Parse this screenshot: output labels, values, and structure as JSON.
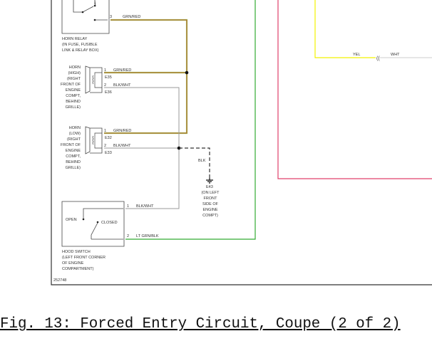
{
  "caption": "Fig. 13: Forced Entry Circuit, Coupe (2 of 2)",
  "figure_id": "252748",
  "colors": {
    "grn_red": "#c8501e",
    "grn_red_stripe": "#8fd46a",
    "lt_grn_blk": "#33aa33",
    "blk_wht": "#999999",
    "yel": "#f2f200",
    "wht": "#cccccc",
    "red_box": "#e0406a"
  },
  "horn_relay": {
    "pin": "3",
    "wire": "GRN/RED",
    "label": [
      "HORN RELAY",
      "(IN FUSE, FUSIBLE",
      "LINK & RELAY BOX)"
    ]
  },
  "horn_high": {
    "label": [
      "HORN",
      "(HIGH)",
      "(RIGHT",
      "FRONT OF",
      "ENGINE",
      "COMPT,",
      "BEHIND",
      "GRILLE)"
    ],
    "pin1": "1",
    "wire1": "GRN/RED",
    "conn1": "E35",
    "pin2": "2",
    "wire2": "BLK/WHT",
    "conn2": "E36"
  },
  "horn_low": {
    "label": [
      "HORN",
      "(LOW)",
      "(RIGHT",
      "FRONT OF",
      "ENGINE",
      "COMPT,",
      "BEHIND",
      "GRILLE)"
    ],
    "pin1": "1",
    "wire1": "GRN/RED",
    "conn1": "E32",
    "pin2": "2",
    "wire2": "BLK/WHT",
    "conn2": "E33"
  },
  "ground": {
    "wire": "BLK",
    "id": "E43",
    "label": [
      "(ON LEFT",
      "FRONT",
      "SIDE OF",
      "ENGINE",
      "COMPT)"
    ]
  },
  "hood_switch": {
    "open": "OPEN",
    "closed": "CLOSED",
    "pin1": "1",
    "wire1": "BLK/WHT",
    "pin2": "2",
    "wire2": "LT GRN/BLK",
    "label": [
      "HOOD SWITCH",
      "(LEFT FRONT CORNER",
      "OF ENGINE",
      "COMPARTMENT)"
    ]
  },
  "right_wires": {
    "yel": "YEL",
    "wht": "WHT"
  }
}
